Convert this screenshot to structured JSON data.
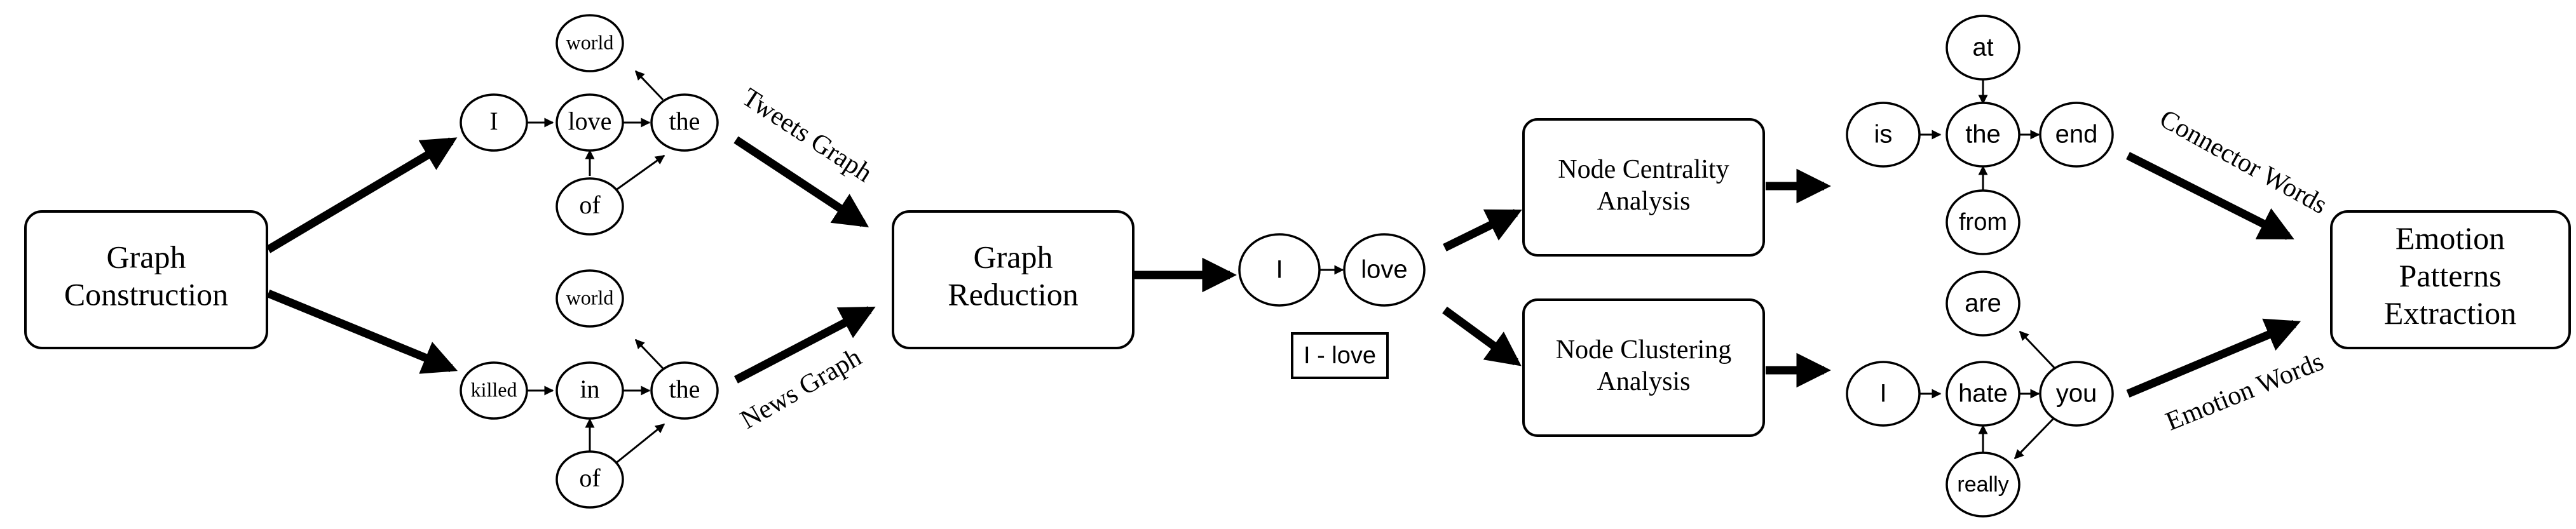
{
  "boxes": {
    "graph_construction": "Graph\nConstruction",
    "graph_reduction": "Graph\nReduction",
    "node_centrality": "Node Centrality\nAnalysis",
    "node_clustering": "Node Clustering\nAnalysis",
    "emotion_patterns": "Emotion\nPatterns\nExtraction"
  },
  "tweets_graph": {
    "i": "I",
    "love": "love",
    "the": "the",
    "world": "world",
    "of": "of",
    "label": "Tweets Graph"
  },
  "news_graph": {
    "killed": "killed",
    "in": "in",
    "the": "the",
    "world": "world",
    "of": "of",
    "label": "News Graph"
  },
  "reduced_graph": {
    "i": "I",
    "love": "love",
    "edge_label": "I - love"
  },
  "connector_graph": {
    "at": "at",
    "is": "is",
    "the": "the",
    "end": "end",
    "from": "from",
    "label": "Connector Words"
  },
  "emotion_graph": {
    "are": "are",
    "i": "I",
    "hate": "hate",
    "you": "you",
    "really": "really",
    "label": "Emotion Words"
  }
}
